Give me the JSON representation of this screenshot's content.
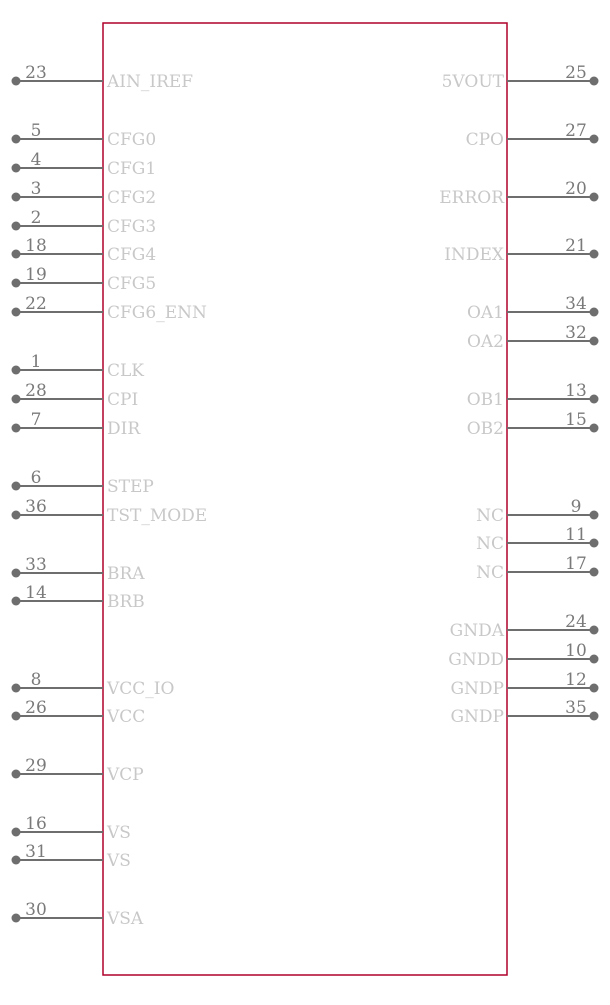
{
  "component": {
    "left_pins": [
      {
        "num": "23",
        "name": "AIN_IREF"
      },
      {
        "num": "5",
        "name": "CFG0"
      },
      {
        "num": "4",
        "name": "CFG1"
      },
      {
        "num": "3",
        "name": "CFG2"
      },
      {
        "num": "2",
        "name": "CFG3"
      },
      {
        "num": "18",
        "name": "CFG4"
      },
      {
        "num": "19",
        "name": "CFG5"
      },
      {
        "num": "22",
        "name": "CFG6_ENN"
      },
      {
        "num": "1",
        "name": "CLK"
      },
      {
        "num": "28",
        "name": "CPI"
      },
      {
        "num": "7",
        "name": "DIR"
      },
      {
        "num": "6",
        "name": "STEP"
      },
      {
        "num": "36",
        "name": "TST_MODE"
      },
      {
        "num": "33",
        "name": "BRA"
      },
      {
        "num": "14",
        "name": "BRB"
      },
      {
        "num": "8",
        "name": "VCC_IO"
      },
      {
        "num": "26",
        "name": "VCC"
      },
      {
        "num": "29",
        "name": "VCP"
      },
      {
        "num": "16",
        "name": "VS"
      },
      {
        "num": "31",
        "name": "VS"
      },
      {
        "num": "30",
        "name": "VSA"
      }
    ],
    "right_pins": [
      {
        "num": "25",
        "name": "5VOUT"
      },
      {
        "num": "27",
        "name": "CPO"
      },
      {
        "num": "20",
        "name": "ERROR"
      },
      {
        "num": "21",
        "name": "INDEX"
      },
      {
        "num": "34",
        "name": "OA1"
      },
      {
        "num": "32",
        "name": "OA2"
      },
      {
        "num": "13",
        "name": "OB1"
      },
      {
        "num": "15",
        "name": "OB2"
      },
      {
        "num": "9",
        "name": "NC"
      },
      {
        "num": "11",
        "name": "NC"
      },
      {
        "num": "17",
        "name": "NC"
      },
      {
        "num": "24",
        "name": "GNDA"
      },
      {
        "num": "10",
        "name": "GNDD"
      },
      {
        "num": "12",
        "name": "GNDP"
      },
      {
        "num": "35",
        "name": "GNDP"
      }
    ]
  }
}
